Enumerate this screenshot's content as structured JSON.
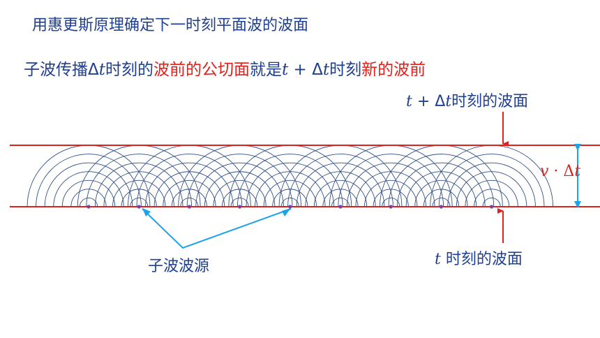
{
  "title": "用惠更斯原理确定下一时刻平面波的波面",
  "statement": {
    "part1": "子波传播Δ",
    "part1_italic": "t",
    "part2": "时刻的",
    "red1": "波前的公切面",
    "part3": "就是",
    "part3_italic": "t",
    "part4": " + Δ",
    "part4_italic": "t",
    "part5": "时刻",
    "red2": "新的波前"
  },
  "labels": {
    "top_wavefront_italic": "t",
    "top_wavefront_op": " + Δ",
    "top_wavefront_italic2": "t",
    "top_wavefront_text": "时刻的波面",
    "bottom_wavefront_italic": "t",
    "bottom_wavefront_text": " 时刻的波面",
    "distance_v": "v",
    "distance_dot": " · Δ",
    "distance_t": "t",
    "sources_label": "子波波源"
  },
  "colors": {
    "title": "#1f3f8f",
    "wavefront": "#e0201b",
    "wavelet": "#2f4f86",
    "source": "#7b3fa0",
    "cyan": "#1aa3e8"
  },
  "wavelet_sources_count": 9,
  "wavelet_rings_per_source": 7
}
